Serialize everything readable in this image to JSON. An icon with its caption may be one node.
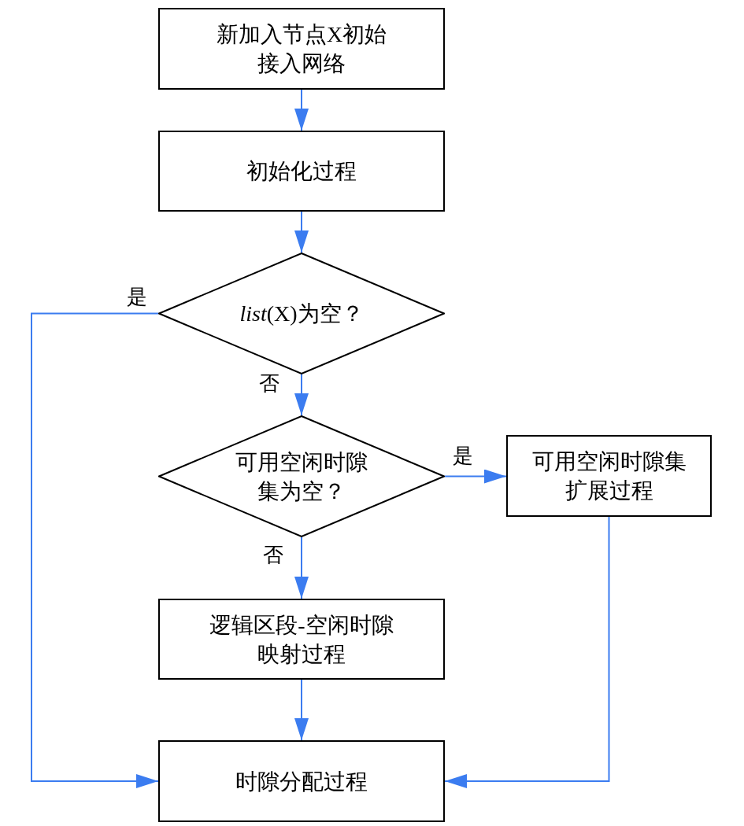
{
  "diagram": {
    "nodes": [
      {
        "text": [
          "新加入节点X初始接入网络"
        ]
      },
      {
        "text": [
          "初始化过程"
        ]
      },
      {
        "text": [
          "*list*(X)为空？"
        ]
      },
      {
        "text": [
          "可用空闲时隙集为空？"
        ]
      },
      {
        "text": [
          "可用空闲时隙集扩展过程"
        ]
      },
      {
        "text": [
          "逻辑区段-空闲时隙映射过程"
        ]
      },
      {
        "text": [
          "时隙分配过程"
        ]
      }
    ],
    "edges": [
      {
        "from": 0,
        "to": 1,
        "arrow": "to"
      },
      {
        "from": 1,
        "to": 2,
        "arrow": "to"
      },
      {
        "from": 2,
        "to": 3,
        "arrow": "to",
        "label": "否"
      },
      {
        "from": 2,
        "to": 6,
        "arrow": "to",
        "label": "是"
      },
      {
        "from": 3,
        "to": 4,
        "arrow": "to",
        "label": "是"
      },
      {
        "from": 3,
        "to": 5,
        "arrow": "to",
        "label": "否"
      },
      {
        "from": 5,
        "to": 6,
        "arrow": "to"
      },
      {
        "from": 4,
        "to": 6,
        "arrow": "to"
      }
    ]
  }
}
